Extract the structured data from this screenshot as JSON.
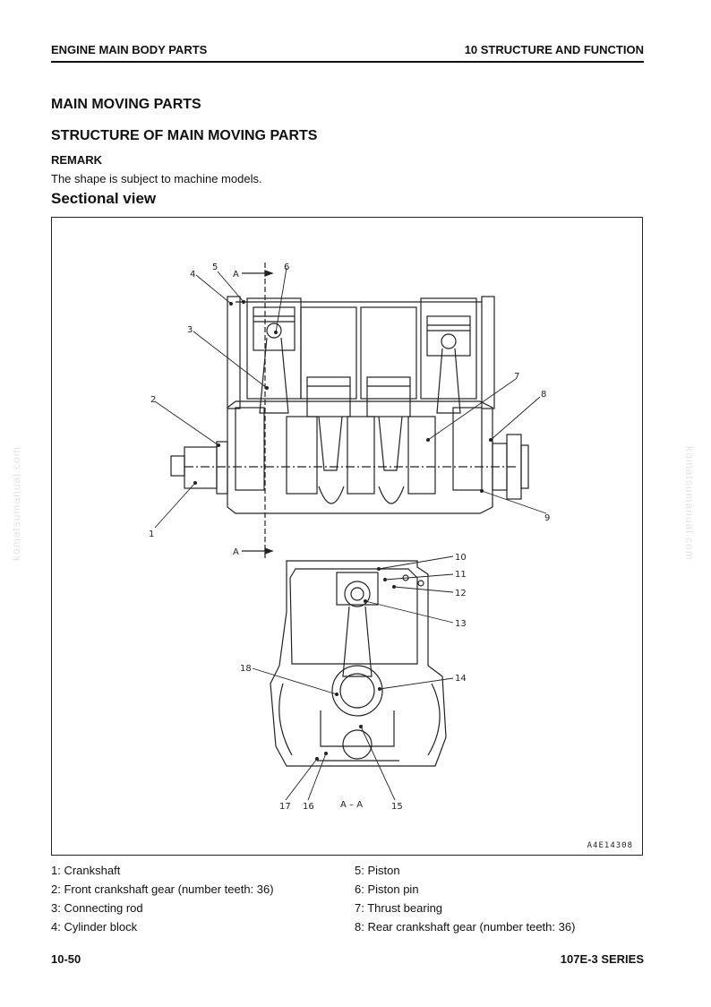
{
  "header": {
    "left": "ENGINE MAIN BODY PARTS",
    "right": "10 STRUCTURE AND FUNCTION"
  },
  "headings": {
    "main": "MAIN MOVING PARTS",
    "structure": "STRUCTURE OF MAIN MOVING PARTS",
    "remark_label": "REMARK",
    "remark_text": "The shape is subject to machine models.",
    "sectional": "Sectional view"
  },
  "figure": {
    "code": "A4E14308",
    "section_mark": "A",
    "section_caption": "A – A",
    "callouts": [
      "1",
      "2",
      "3",
      "4",
      "5",
      "6",
      "7",
      "8",
      "9",
      "10",
      "11",
      "12",
      "13",
      "14",
      "15",
      "16",
      "17",
      "18"
    ]
  },
  "legend": {
    "col1": [
      "1: Crankshaft",
      "2: Front crankshaft gear (number teeth: 36)",
      "3: Connecting rod",
      "4: Cylinder block"
    ],
    "col2": [
      "5: Piston",
      "6: Piston pin",
      "7: Thrust bearing",
      "8: Rear crankshaft gear (number teeth: 36)"
    ]
  },
  "footer": {
    "left": "10-50",
    "right": "107E-3 SERIES"
  },
  "watermark": "komatsumanual.com"
}
